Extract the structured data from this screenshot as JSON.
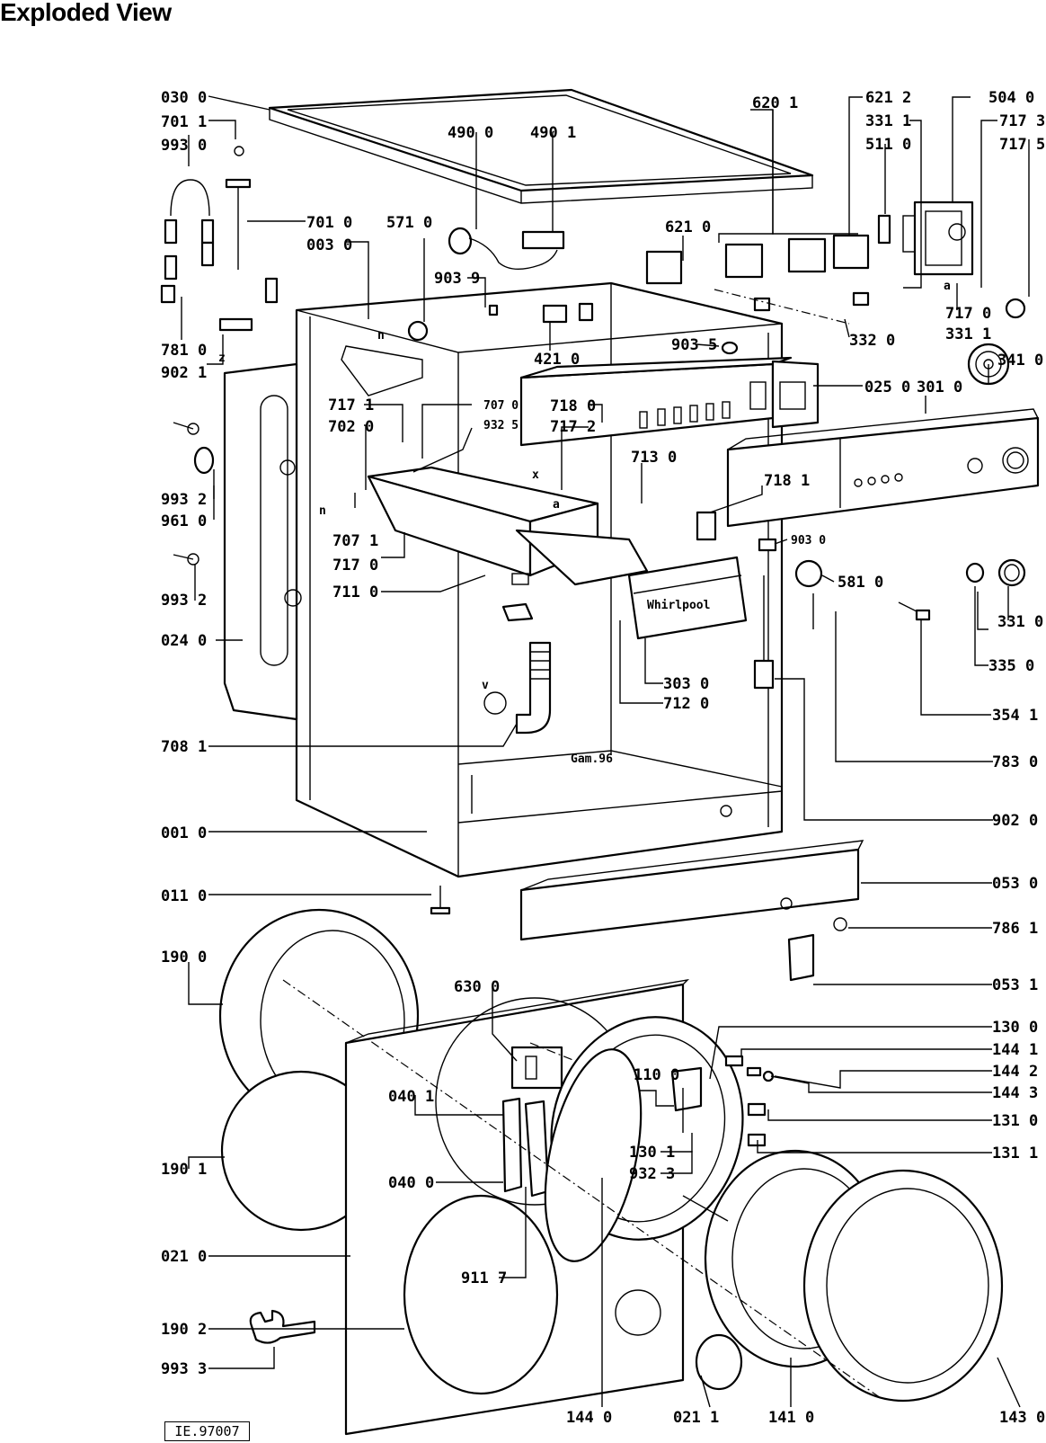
{
  "title": "Exploded View",
  "reference": "IE.97007",
  "stamp": "Gam.96",
  "brand": "Whirlpool",
  "letters": {
    "n1": "n",
    "n2": "n",
    "z": "z",
    "x": "x",
    "a1": "a",
    "a2": "a",
    "v": "v"
  },
  "labels": [
    {
      "id": "l0300",
      "text": "030 0"
    },
    {
      "id": "l7011",
      "text": "701 1"
    },
    {
      "id": "l9930",
      "text": "993 0"
    },
    {
      "id": "l4900",
      "text": "490 0"
    },
    {
      "id": "l4901",
      "text": "490 1"
    },
    {
      "id": "l6201",
      "text": "620 1"
    },
    {
      "id": "l6212",
      "text": "621 2"
    },
    {
      "id": "l3311a",
      "text": "331 1"
    },
    {
      "id": "l5110",
      "text": "511 0"
    },
    {
      "id": "l5040",
      "text": "504 0"
    },
    {
      "id": "l7173",
      "text": "717 3"
    },
    {
      "id": "l7175",
      "text": "717 5"
    },
    {
      "id": "l7010",
      "text": "701 0"
    },
    {
      "id": "l0030",
      "text": "003 0"
    },
    {
      "id": "l5710",
      "text": "571 0"
    },
    {
      "id": "l6210",
      "text": "621 0"
    },
    {
      "id": "l9039",
      "text": "903 9"
    },
    {
      "id": "l7170a",
      "text": "717 0"
    },
    {
      "id": "l3311b",
      "text": "331 1"
    },
    {
      "id": "l3320",
      "text": "332 0"
    },
    {
      "id": "l7810",
      "text": "781 0"
    },
    {
      "id": "l9021",
      "text": "902 1"
    },
    {
      "id": "l4210",
      "text": "421 0"
    },
    {
      "id": "l9035",
      "text": "903 5"
    },
    {
      "id": "l3410",
      "text": "341 0"
    },
    {
      "id": "l7171",
      "text": "717 1"
    },
    {
      "id": "l7020",
      "text": "702 0"
    },
    {
      "id": "l7070",
      "text": "707 0"
    },
    {
      "id": "l9325",
      "text": "932 5"
    },
    {
      "id": "l7180",
      "text": "718 0"
    },
    {
      "id": "l7172",
      "text": "717 2"
    },
    {
      "id": "l0250",
      "text": "025 0"
    },
    {
      "id": "l3010",
      "text": "301 0"
    },
    {
      "id": "l7130",
      "text": "713 0"
    },
    {
      "id": "l9932a",
      "text": "993 2"
    },
    {
      "id": "l9610",
      "text": "961 0"
    },
    {
      "id": "l7181",
      "text": "718 1"
    },
    {
      "id": "l7071",
      "text": "707 1"
    },
    {
      "id": "l9030",
      "text": "903 0"
    },
    {
      "id": "l7170b",
      "text": "717 0"
    },
    {
      "id": "l5810",
      "text": "581 0"
    },
    {
      "id": "l7110",
      "text": "711 0"
    },
    {
      "id": "l9932b",
      "text": "993 2"
    },
    {
      "id": "l3310",
      "text": "331 0"
    },
    {
      "id": "l0240",
      "text": "024 0"
    },
    {
      "id": "l3350",
      "text": "335 0"
    },
    {
      "id": "l3030",
      "text": "303 0"
    },
    {
      "id": "l7120",
      "text": "712 0"
    },
    {
      "id": "l3541",
      "text": "354 1"
    },
    {
      "id": "l7081",
      "text": "708 1"
    },
    {
      "id": "l7830",
      "text": "783 0"
    },
    {
      "id": "l9020",
      "text": "902 0"
    },
    {
      "id": "l0010",
      "text": "001 0"
    },
    {
      "id": "l0530",
      "text": "053 0"
    },
    {
      "id": "l0110",
      "text": "011 0"
    },
    {
      "id": "l7861",
      "text": "786 1"
    },
    {
      "id": "l1900",
      "text": "190 0"
    },
    {
      "id": "l0531",
      "text": "053 1"
    },
    {
      "id": "l6300",
      "text": "630 0"
    },
    {
      "id": "l1300",
      "text": "130 0"
    },
    {
      "id": "l1441",
      "text": "144 1"
    },
    {
      "id": "l1442",
      "text": "144 2"
    },
    {
      "id": "l0401",
      "text": "040 1"
    },
    {
      "id": "l1100",
      "text": "110 0"
    },
    {
      "id": "l1443",
      "text": "144 3"
    },
    {
      "id": "l1310",
      "text": "131 0"
    },
    {
      "id": "l1301",
      "text": "130 1"
    },
    {
      "id": "l1311",
      "text": "131 1"
    },
    {
      "id": "l9323",
      "text": "932 3"
    },
    {
      "id": "l1901",
      "text": "190 1"
    },
    {
      "id": "l0400",
      "text": "040 0"
    },
    {
      "id": "l0210",
      "text": "021 0"
    },
    {
      "id": "l9117",
      "text": "911 7"
    },
    {
      "id": "l1902",
      "text": "190 2"
    },
    {
      "id": "l9933",
      "text": "993 3"
    },
    {
      "id": "l1440",
      "text": "144 0"
    },
    {
      "id": "l0211",
      "text": "021 1"
    },
    {
      "id": "l1410",
      "text": "141 0"
    },
    {
      "id": "l1430",
      "text": "143 0"
    }
  ]
}
